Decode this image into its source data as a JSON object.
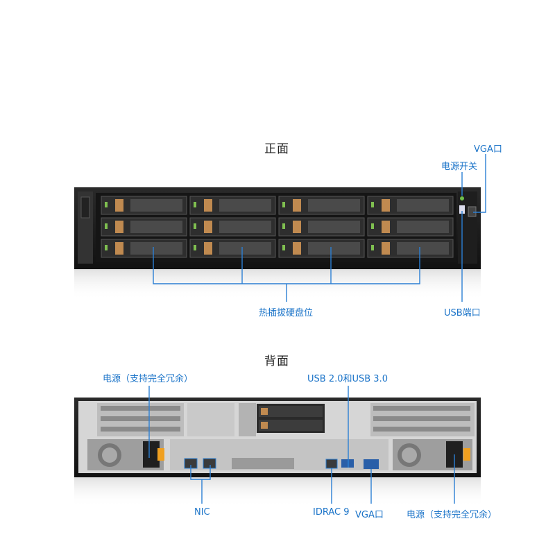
{
  "front": {
    "title": "正面",
    "labels": {
      "drive_bays": "热插拔硬盘位",
      "usb": "USB端口",
      "power_switch": "电源开关",
      "vga": "VGA口"
    }
  },
  "rear": {
    "title": "背面",
    "labels": {
      "psu_left": "电源（支持完全冗余）",
      "usb": "USB 2.0和USB 3.0",
      "nic": "NIC",
      "idrac": "IDRAC 9",
      "vga": "VGA口",
      "psu_right": "电源（支持完全冗余）"
    }
  },
  "colors": {
    "callout": "#2b7fd4",
    "label": "#1a73c8",
    "chassis": "#1c1c1c",
    "bay": "#2e2e2e"
  }
}
